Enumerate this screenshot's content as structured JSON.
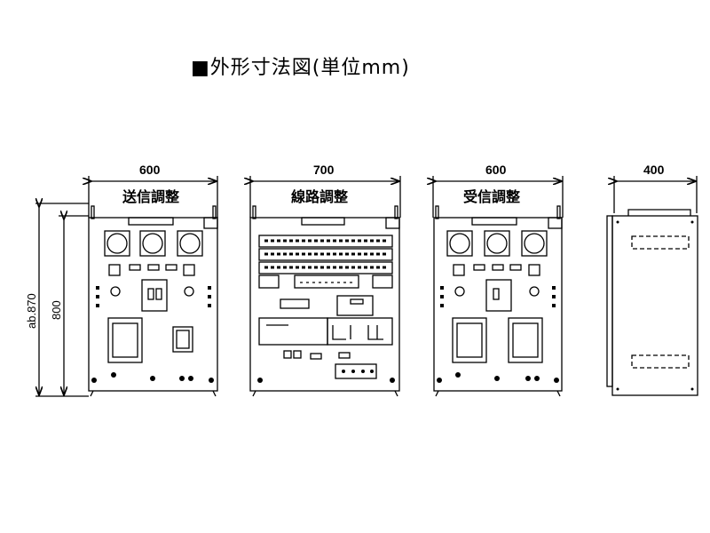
{
  "title": "■外形寸法図(単位mm)",
  "units": [
    {
      "name": "送信調整",
      "width": "600"
    },
    {
      "name": "線路調整",
      "width": "700"
    },
    {
      "name": "受信調整",
      "width": "600"
    }
  ],
  "side": {
    "depth": "400"
  },
  "height_overall": "ab.870",
  "height_body": "800"
}
